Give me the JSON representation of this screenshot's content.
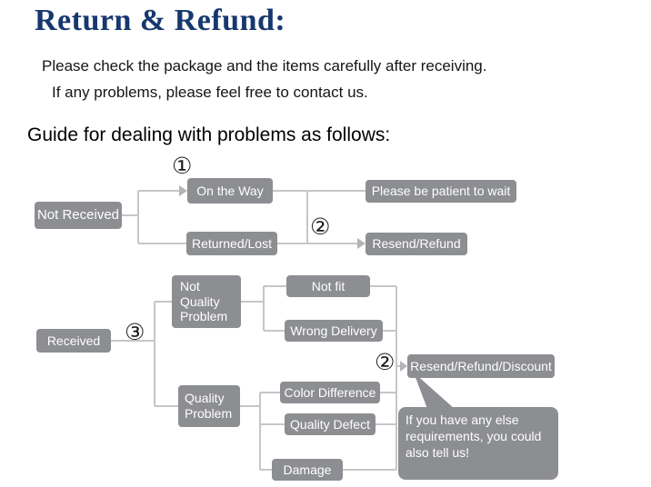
{
  "header": {
    "title": "Return & Refund:",
    "intro_line1": "Please check the package and the items carefully after receiving.",
    "intro_line2": "If any problems, please feel free to contact us.",
    "guide_heading": "Guide for dealing with problems as follows:"
  },
  "markers": {
    "step1": "①",
    "step2_top": "②",
    "step3": "③",
    "step2_bottom": "②"
  },
  "flow": {
    "not_received": "Not Received",
    "on_the_way": "On the Way",
    "be_patient": "Please be patient to wait",
    "returned_lost": "Returned/Lost",
    "resend_refund": "Resend/Refund",
    "received": "Received",
    "not_quality_problem": "Not Quality Problem",
    "not_fit": "Not fit",
    "wrong_delivery": "Wrong Delivery",
    "quality_problem": "Quality Problem",
    "color_difference": "Color Difference",
    "quality_defect": "Quality Defect",
    "damage": "Damage",
    "resend_refund_discount": "Resend/Refund/Discount",
    "note_bubble": "If you have any else requirements, you could also tell us!"
  },
  "colors": {
    "title": "#17386f",
    "box_fill": "#8d8e91",
    "box_text": "#ffffff",
    "connector": "#c6c6c6"
  }
}
